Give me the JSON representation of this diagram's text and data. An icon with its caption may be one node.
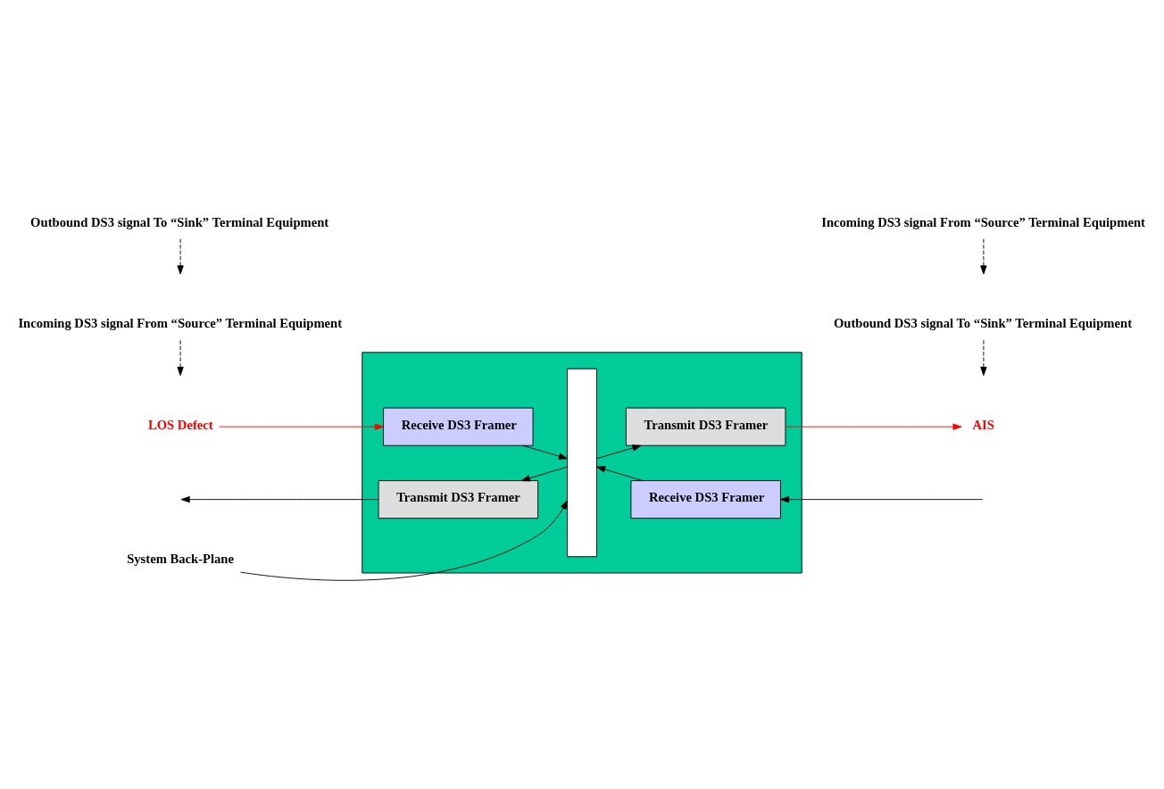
{
  "diagram": {
    "nodes": [
      {
        "text": [],
        "shape": "box"
      },
      {
        "text": [
          "Incoming DS3 signal From “Source” Terminal Equipment"
        ]
      },
      {
        "text": [
          "System Back-Plane"
        ]
      },
      {
        "text": [
          "Outbound DS3 signal To “Sink” Terminal Equipment"
        ]
      },
      {
        "text": [],
        "shape": "bar",
        "in": 0
      },
      {
        "text": [
          "LOS Defect"
        ]
      },
      {
        "text": [
          "Receive DS3 Framer"
        ],
        "in": 0
      },
      {
        "text": [
          "Transmit DS3 Framer"
        ],
        "in": 0
      },
      {
        "text": [
          "AIS"
        ]
      },
      {
        "text": [
          "Transmit DS3 Framer"
        ],
        "in": 0
      },
      {
        "text": [
          "Receive DS3 Framer"
        ],
        "in": 0
      },
      {
        "text": [
          "Outbound DS3 signal To “Sink” Terminal Equipment"
        ]
      },
      {
        "text": [
          "Incoming DS3 signal From “Source” Terminal Equipment"
        ]
      }
    ],
    "edges": [
      {
        "from": 5,
        "to": 6,
        "arrow": "to",
        "color": "#ff0000"
      },
      {
        "from": 6,
        "to": 4,
        "arrow": "to"
      },
      {
        "from": 4,
        "to": 7,
        "arrow": "to"
      },
      {
        "from": 7,
        "to": 8,
        "arrow": "to",
        "color": "#ff0000"
      },
      {
        "from": null,
        "to": 10,
        "arrow": "to"
      },
      {
        "from": 10,
        "to": 4,
        "arrow": "to"
      },
      {
        "from": 4,
        "to": 9,
        "arrow": "to"
      },
      {
        "from": 9,
        "to": null,
        "arrow": "to"
      },
      {
        "from": 1,
        "to": null,
        "arrow": "to",
        "style": "dashed"
      },
      {
        "from": 2,
        "to": 4,
        "arrow": "to"
      },
      {
        "from": 3,
        "to": null,
        "arrow": "to",
        "style": "dashed"
      },
      {
        "from": 11,
        "to": null,
        "arrow": "to",
        "style": "dashed"
      },
      {
        "from": 12,
        "to": null,
        "arrow": "to",
        "style": "dashed"
      }
    ]
  }
}
